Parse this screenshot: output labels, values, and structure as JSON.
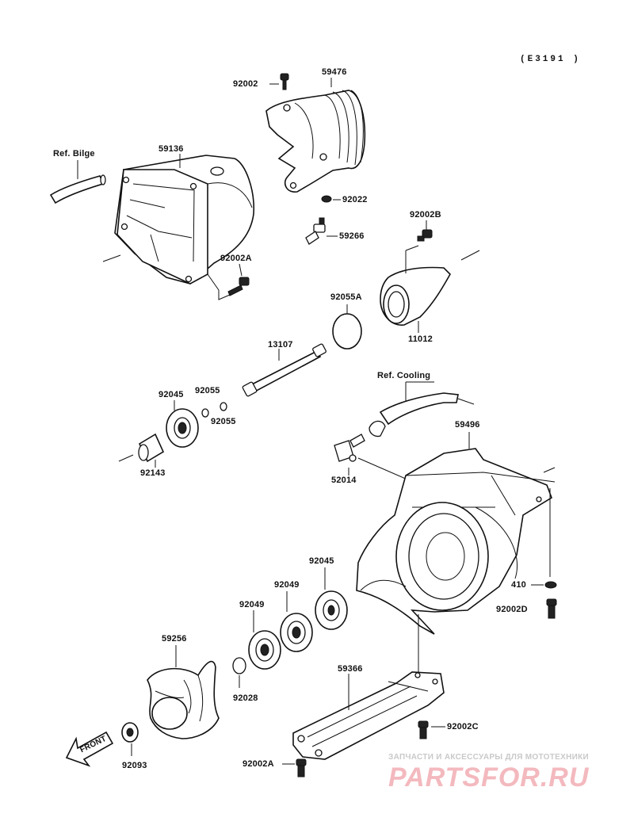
{
  "diagram": {
    "code": "(E3191 )",
    "labels": {
      "p92002": "92002",
      "p59476": "59476",
      "pRefBilge": "Ref. Bilge",
      "p59136": "59136",
      "p92022": "92022",
      "p59266": "59266",
      "p92002B": "92002B",
      "p92002A_top": "92002A",
      "p92055A": "92055A",
      "p11012": "11012",
      "p13107": "13107",
      "pRefCooling": "Ref. Cooling",
      "p92045_top": "92045",
      "p92055_a": "92055",
      "p92055_b": "92055",
      "p59496": "59496",
      "p92143": "92143",
      "p52014": "52014",
      "p92045_mid": "92045",
      "p92049_a": "92049",
      "p92049_b": "92049",
      "p410": "410",
      "p92002D": "92002D",
      "p59256": "59256",
      "p92028": "92028",
      "p59366": "59366",
      "p92002C": "92002C",
      "pFront": "FRONT",
      "p92093": "92093",
      "p92002A_bot": "92002A"
    }
  },
  "watermark": {
    "line1": "ЗАПЧАСТИ И АКСЕССУАРЫ ДЛЯ МОТОТЕХНИКИ",
    "line2": "PARTSFOR.RU"
  }
}
